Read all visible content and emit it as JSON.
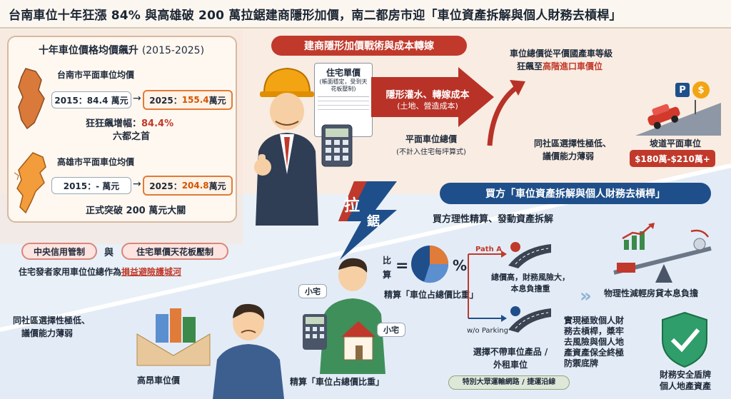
{
  "title": "台南車位十年狂漲 84% 與高雄破 200 萬拉鋸建商隱形加價，南二都房市迎「車位資產拆解與個人財務去槓桿」",
  "left_panel": {
    "header": "十年車位價格均價飆升",
    "header_years": "(2015-2025)",
    "tainan": {
      "label": "台南市平面車位均價",
      "from": "2015：84.4 萬元",
      "to_prefix": "2025：",
      "to_value": "155.4",
      "to_suffix": " 萬元",
      "growth_prefix": "狂狂飆增幅：",
      "growth_value": "84.4%",
      "rank": "六都之首"
    },
    "kaohsiung": {
      "label": "高雄市平面車位均價",
      "from": "2015：- 萬元",
      "to_prefix": "2025：",
      "to_value": "204.8",
      "to_suffix": " 萬元",
      "note": "正式突破 200 萬元大關"
    },
    "pill_left": "中央信用管制",
    "pill_and": "與",
    "pill_right": "住宅單價天花板壓制",
    "strategy_prefix": "住宅發者家用車位位總作為",
    "strategy_highlight": "損益避險護城河"
  },
  "builder": {
    "banner": "建商隱形加價戰術與成本轉嫁",
    "doc_title": "住宅單價",
    "doc_note": "(帳面穩定，受到天花板壓制)",
    "arrow_main": "隱形灌水、轉嫁成本",
    "arrow_sub": "(土地、營造成本)",
    "total_label": "平面車位總價",
    "total_note": "(不計入住宅每坪算式)",
    "upgrade_line1": "車位總價從平價國產車等級",
    "upgrade_line2_prefix": "狂飆至",
    "upgrade_line2_highlight": "高階進口車價位",
    "slope_label": "坡道平面車位",
    "slope_price": "$180萬-$210萬+",
    "weak_line1": "同社區選擇性極低、",
    "weak_line2": "議價能力薄弱",
    "parking_sign": "P",
    "dollar_sign": "$"
  },
  "tug": {
    "pull": "拉",
    "saw": "鋸"
  },
  "buyer": {
    "banner": "買方「車位資產拆解與個人財務去槓桿」",
    "subtitle": "買方理性精算、發動資產拆解",
    "calc_label_1": "比",
    "calc_label_2": "算",
    "eq": "=",
    "pct": "%",
    "calc_caption": "精算「車位占總價比重」",
    "path_a": "Path A",
    "path_a_line1": "總價高，財務風險大，",
    "path_a_line2": "本息負擔重",
    "path_b_tag": "w/o Parking",
    "path_b_line1": "選擇不帶車位產品 /",
    "path_b_line2": "外租車位",
    "path_b_chip": "特別大眾運輸網路 / 捷運沿線",
    "reduce_label": "物理性減輕房貸本息負擔",
    "delever_lines": [
      "實現極致個人財",
      "務去槓桿，槳牢",
      "去風險與個人地",
      "產資產保全終極",
      "防禦底牌"
    ],
    "shield_lines": [
      "財務安全盾牌",
      "個人地產資產"
    ],
    "person_tag1": "小宅",
    "person_tag2": "小宅",
    "person_caption": "精算「車位占總價比重」",
    "sad_line1": "同社區選擇性極低、",
    "sad_line2": "議價能力薄弱",
    "sad_caption": "高昂車位價"
  },
  "colors": {
    "red": "#c0392b",
    "blue": "#1f4f8a",
    "orange": "#e07b39"
  }
}
